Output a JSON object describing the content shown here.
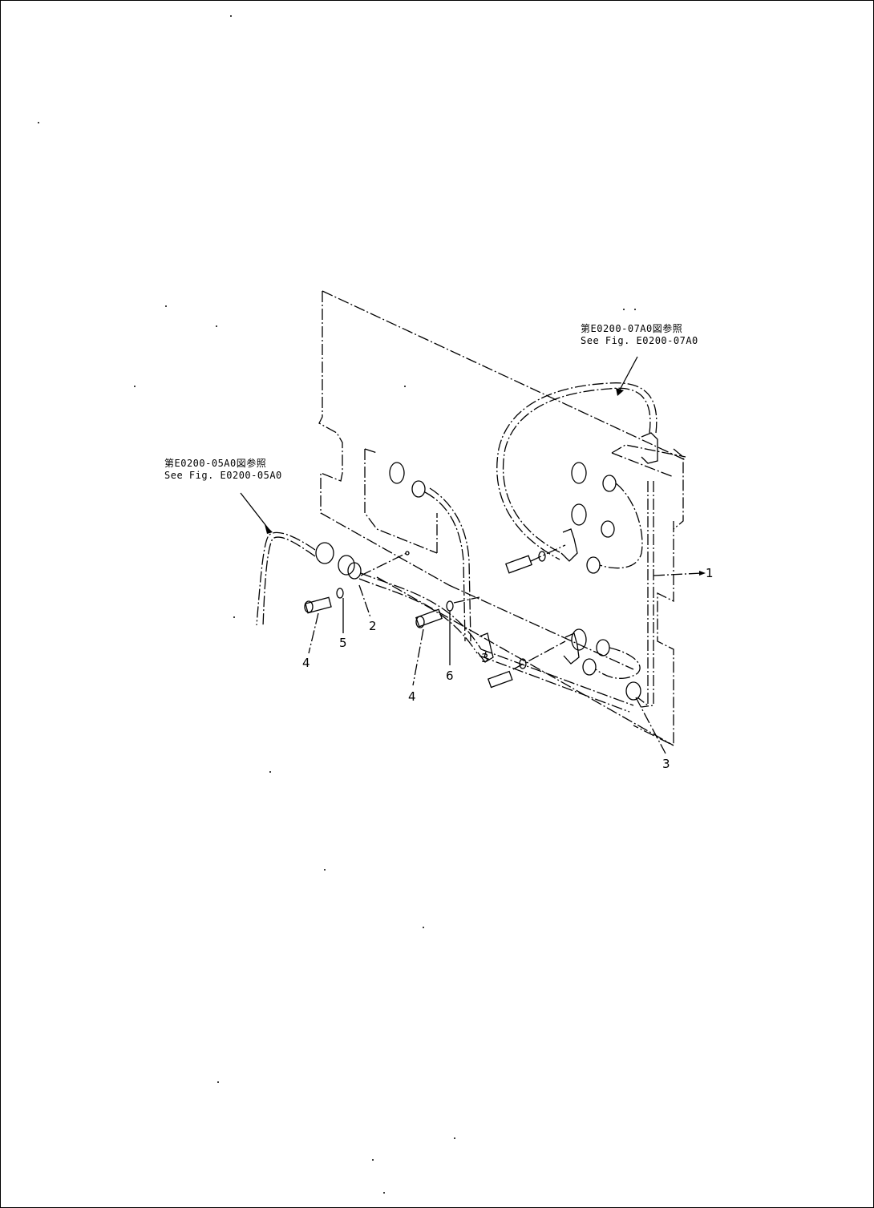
{
  "diagram": {
    "type": "exploded parts diagram",
    "references": {
      "top_right": {
        "line1": "第E0200-07A0図参照",
        "line2": "See Fig. E0200-07A0"
      },
      "left": {
        "line1": "第E0200-05A0図参照",
        "line2": "See Fig. E0200-05A0"
      }
    },
    "part_labels": [
      {
        "id": "1",
        "text": "1"
      },
      {
        "id": "2",
        "text": "2"
      },
      {
        "id": "3a",
        "text": "3"
      },
      {
        "id": "3b",
        "text": "3"
      },
      {
        "id": "4a",
        "text": "4"
      },
      {
        "id": "4b",
        "text": "4"
      },
      {
        "id": "5",
        "text": "5"
      },
      {
        "id": "6",
        "text": "6"
      }
    ]
  }
}
